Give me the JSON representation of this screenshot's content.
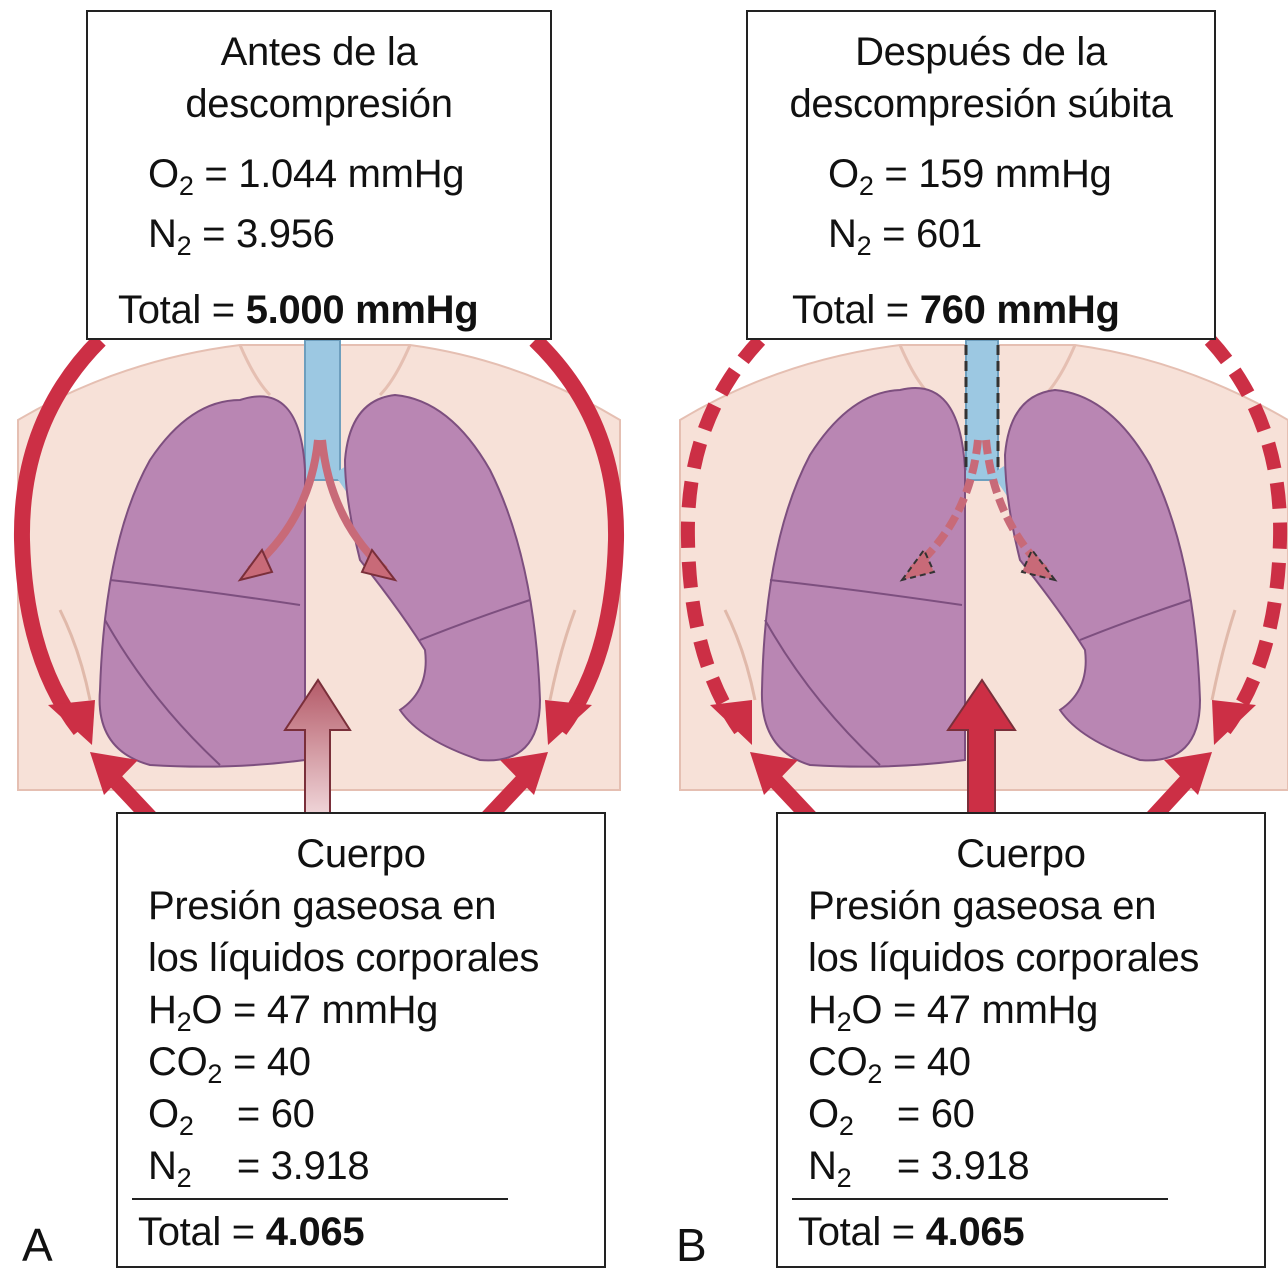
{
  "panels": [
    {
      "letter": "A",
      "top_box": {
        "title_1": "Antes de la",
        "title_2": "descompresión",
        "o2": {
          "sym": "O",
          "sub": "2",
          "value": "= 1.044 mmHg"
        },
        "n2": {
          "sym": "N",
          "sub": "2",
          "value": "= 3.956"
        },
        "total_label": "Total =",
        "total_value": "5.000 mmHg"
      },
      "bottom_box": {
        "heading": "Cuerpo",
        "desc_1": "Presión gaseosa en",
        "desc_2": "los líquidos corporales",
        "rows": [
          {
            "sym": "H",
            "sub": "2",
            "sym2": "O",
            "value": "= 47 mmHg"
          },
          {
            "sym": "CO",
            "sub": "2",
            "sym2": "",
            "value": "= 40"
          },
          {
            "sym": "O",
            "sub": "2",
            "sym2": "",
            "value": "= 60"
          },
          {
            "sym": "N",
            "sub": "2",
            "sym2": "",
            "value": "= 3.918"
          }
        ],
        "total_label": "Total =",
        "total_value": "4.065"
      }
    },
    {
      "letter": "B",
      "top_box": {
        "title_1": "Después de la",
        "title_2": "descompresión súbita",
        "o2": {
          "sym": "O",
          "sub": "2",
          "value": "= 159 mmHg"
        },
        "n2": {
          "sym": "N",
          "sub": "2",
          "value": "= 601"
        },
        "total_label": "Total =",
        "total_value": "760 mmHg"
      },
      "bottom_box": {
        "heading": "Cuerpo",
        "desc_1": "Presión gaseosa en",
        "desc_2": "los líquidos corporales",
        "rows": [
          {
            "sym": "H",
            "sub": "2",
            "sym2": "O",
            "value": "= 47 mmHg"
          },
          {
            "sym": "CO",
            "sub": "2",
            "sym2": "",
            "value": "= 40"
          },
          {
            "sym": "O",
            "sub": "2",
            "sym2": "",
            "value": "= 60"
          },
          {
            "sym": "N",
            "sub": "2",
            "sym2": "",
            "value": "= 3.918"
          }
        ],
        "total_label": "Total =",
        "total_value": "4.065"
      }
    }
  ],
  "colors": {
    "arrow_red": "#cc2f45",
    "lung_fill": "#b986b3",
    "lung_stroke": "#7d4f7f",
    "skin": "#f7e1d8",
    "airway_blue": "#9cc8e2",
    "inner_arrow": "#c86a78"
  }
}
